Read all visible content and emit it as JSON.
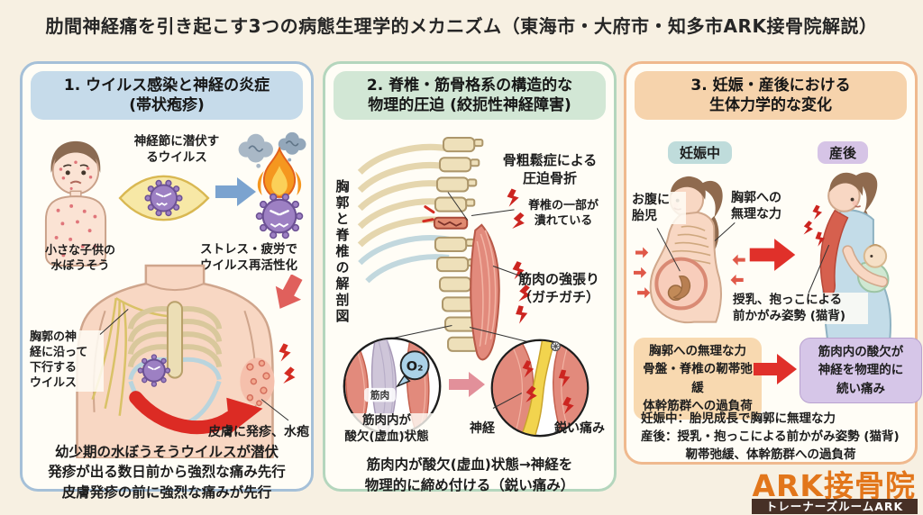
{
  "title": "肋間神経痛を引き起こす3つの病態生理学的メカニズム（東海市・大府市・知多市ARK接骨院解説）",
  "panel1": {
    "header": "1. ウイルス感染と神経の炎症\n(帯状疱疹)",
    "label_ganglion": "神経節に潜伏す\nるウイルス",
    "label_child": "小さな子供の\n水ぼうそう",
    "label_reactivation": "ストレス・疲労で\nウイルス再活性化",
    "label_descending": "胸郭の神\n経に沿って\n下行する\nウイルス",
    "label_rash": "皮膚に発疹、水疱",
    "summary": "幼少期の水ぼうそうウイルスが潜伏\n発疹が出る数日前から強烈な痛み先行\n皮膚発疹の前に強烈な痛みが先行"
  },
  "panel2": {
    "header": "2. 脊椎・筋骨格系の構造的な\n物理的圧迫 (絞扼性神経障害)",
    "label_anatomy": "胸郭と脊椎の解剖図",
    "label_fracture": "骨粗鬆症による\n圧迫骨折",
    "label_crushed": "脊椎の一部が\n潰れている",
    "label_stiffness": "筋肉の強張り\n（ガチガチ）",
    "label_ischemia": "筋肉内が\n酸欠(虚血)状態",
    "label_muscle": "筋肉",
    "label_o2": "O₂",
    "label_nerve": "神経",
    "label_sharp_pain": "鋭い痛み",
    "summary": "筋肉内が酸欠(虚血)状態→神経を\n物理的に締め付ける（鋭い痛み）"
  },
  "panel3": {
    "header": "3. 妊娠・産後における\n生体力学的な変化",
    "badge_pregnant": "妊娠中",
    "badge_postpartum": "産後",
    "label_fetus": "お腹に\n胎児",
    "label_chest_force": "胸郭への\n無理な力",
    "label_nursing": "授乳、抱っこによる\n前かがみ姿勢 (猫背)",
    "box_left": "胸郭への無理な力\n骨盤・脊椎の靭帯弛緩\n体幹筋群への過負荷",
    "box_right": "筋肉内の酸欠が\n神経を物理的に\n続い痛み",
    "summary_lines": [
      "妊娠中：胎児成長で胸郭に無理な力",
      "産後：授乳・抱っこによる前かがみ姿勢 (猫背)",
      "靭帯弛緩、体幹筋群への過負荷"
    ]
  },
  "logo": {
    "name": "ARK接骨院",
    "subtitle": "トレーナーズルームARK"
  },
  "colors": {
    "background": "#f7f0e2",
    "panel1_border": "#a5c0d8",
    "panel1_header_bg": "#c6dbea",
    "panel2_border": "#b4d6bd",
    "panel2_header_bg": "#d2e7d5",
    "panel3_border": "#efb98e",
    "panel3_header_bg": "#f6d3ac",
    "badge_pregnant_bg": "#bfdcdb",
    "badge_postpartum_bg": "#d6c4e6",
    "box_left_bg": "#f8d9b0",
    "box_right_bg": "#d6c6e8",
    "arrow_red": "#e0302a",
    "arrow_blue": "#7ba3cf",
    "arrow_pink": "#e2909a",
    "virus_purple": "#9d80c3",
    "nerve_yellow": "#f2d44e",
    "muscle_pink": "#e28a7c",
    "logo_orange": "#e2761b",
    "logo_bar_bg": "#473026"
  }
}
